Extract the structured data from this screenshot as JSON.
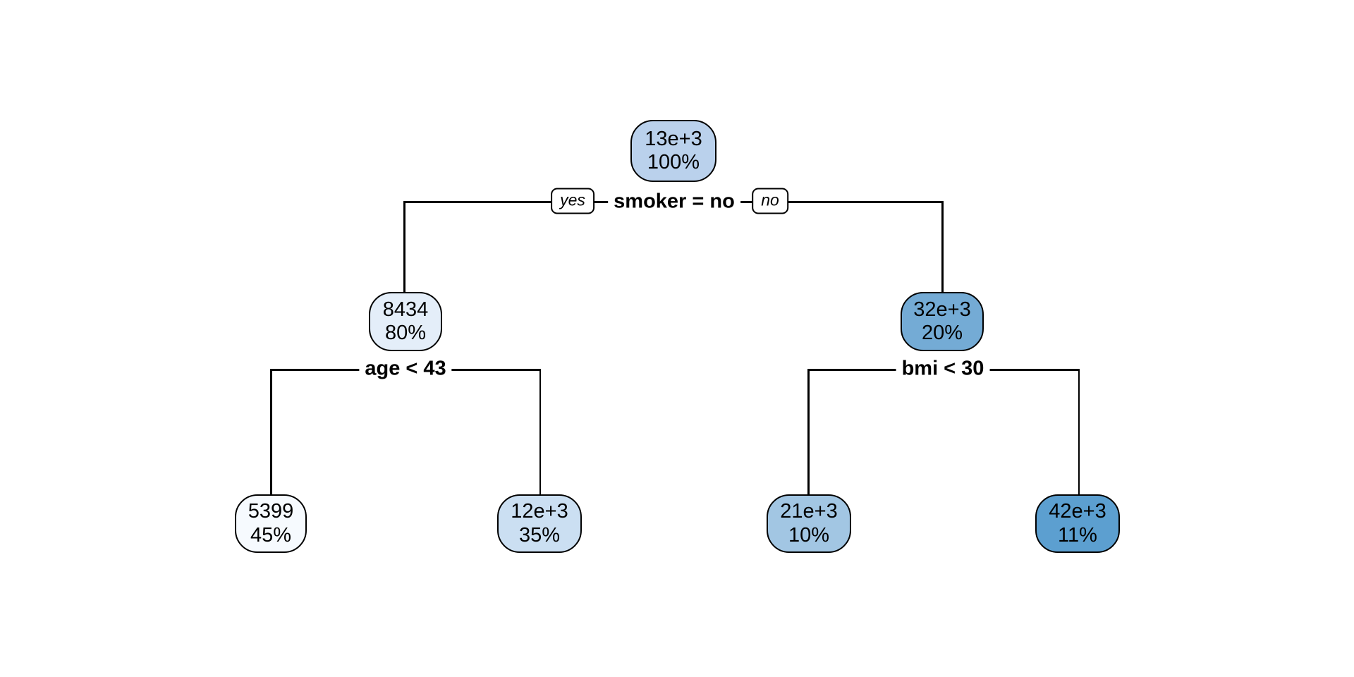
{
  "diagram": {
    "type": "decision-tree",
    "background_color": "#ffffff",
    "edge_color": "#000000",
    "text_color": "#000000",
    "splits": {
      "root": "smoker = no",
      "left": "age < 43",
      "right": "bmi < 30"
    },
    "branch_labels": {
      "yes": "yes",
      "no": "no"
    },
    "nodes": {
      "root": {
        "value": "13e+3",
        "percent": "100%",
        "fill": "#bad1ec"
      },
      "left": {
        "value": "8434",
        "percent": "80%",
        "fill": "#e4eef9"
      },
      "right": {
        "value": "32e+3",
        "percent": "20%",
        "fill": "#74abd5"
      },
      "leaf_ll": {
        "value": "5399",
        "percent": "45%",
        "fill": "#f6fafe"
      },
      "leaf_lr": {
        "value": "12e+3",
        "percent": "35%",
        "fill": "#cbdff2"
      },
      "leaf_rl": {
        "value": "21e+3",
        "percent": "10%",
        "fill": "#a2c6e3"
      },
      "leaf_rr": {
        "value": "42e+3",
        "percent": "11%",
        "fill": "#5c9fd0"
      }
    }
  }
}
